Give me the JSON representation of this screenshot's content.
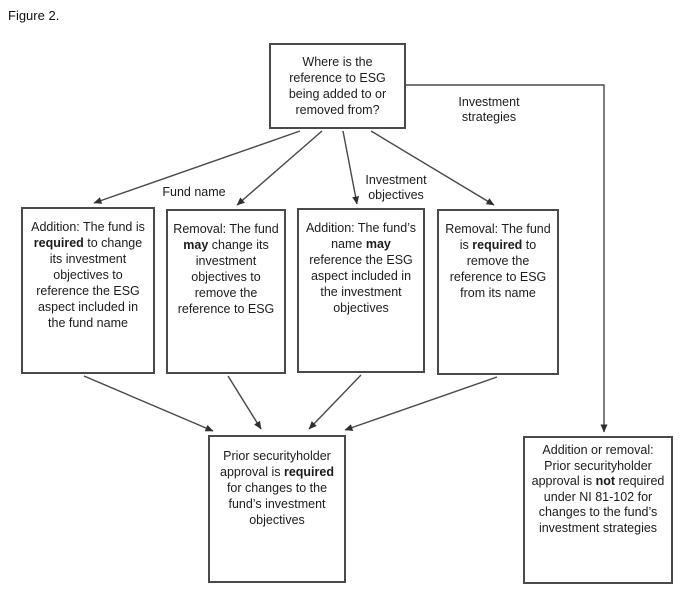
{
  "figure_label": "Figure 2.",
  "diagram": {
    "root": {
      "segments": [
        {
          "t": "Where is the reference to ESG being added to or removed from?"
        }
      ]
    },
    "branch_labels": {
      "fund_name": "Fund name",
      "investment_objectives": "Investment objectives",
      "investment_strategies": "Investment strategies"
    },
    "nodes": {
      "fund_name_addition": {
        "segments": [
          {
            "t": "Addition: The fund is "
          },
          {
            "t": "required",
            "b": true
          },
          {
            "t": " to change its investment objectives to reference the ESG aspect included in the fund name"
          }
        ]
      },
      "fund_name_removal": {
        "segments": [
          {
            "t": "Removal: The fund "
          },
          {
            "t": "may",
            "b": true
          },
          {
            "t": " change its investment objectives to remove the reference to ESG"
          }
        ]
      },
      "objectives_addition": {
        "segments": [
          {
            "t": "Addition: The fund’s name "
          },
          {
            "t": "may",
            "b": true
          },
          {
            "t": " reference the ESG aspect included in the investment objectives"
          }
        ]
      },
      "objectives_removal": {
        "segments": [
          {
            "t": "Removal: The fund is "
          },
          {
            "t": "required",
            "b": true
          },
          {
            "t": " to remove the reference to ESG from its name"
          }
        ]
      },
      "outcome_objectives": {
        "segments": [
          {
            "t": "Prior securityholder approval is "
          },
          {
            "t": "required",
            "b": true
          },
          {
            "t": " for changes to the fund’s investment objectives"
          }
        ]
      },
      "outcome_strategies": {
        "segments": [
          {
            "t": "Addition or removal: Prior securityholder approval is "
          },
          {
            "t": "not",
            "b": true
          },
          {
            "t": " required under NI 81-102 for changes to the fund’s investment strategies"
          }
        ]
      }
    },
    "line_color": "#4a4a4a",
    "background_color": "#ffffff"
  }
}
